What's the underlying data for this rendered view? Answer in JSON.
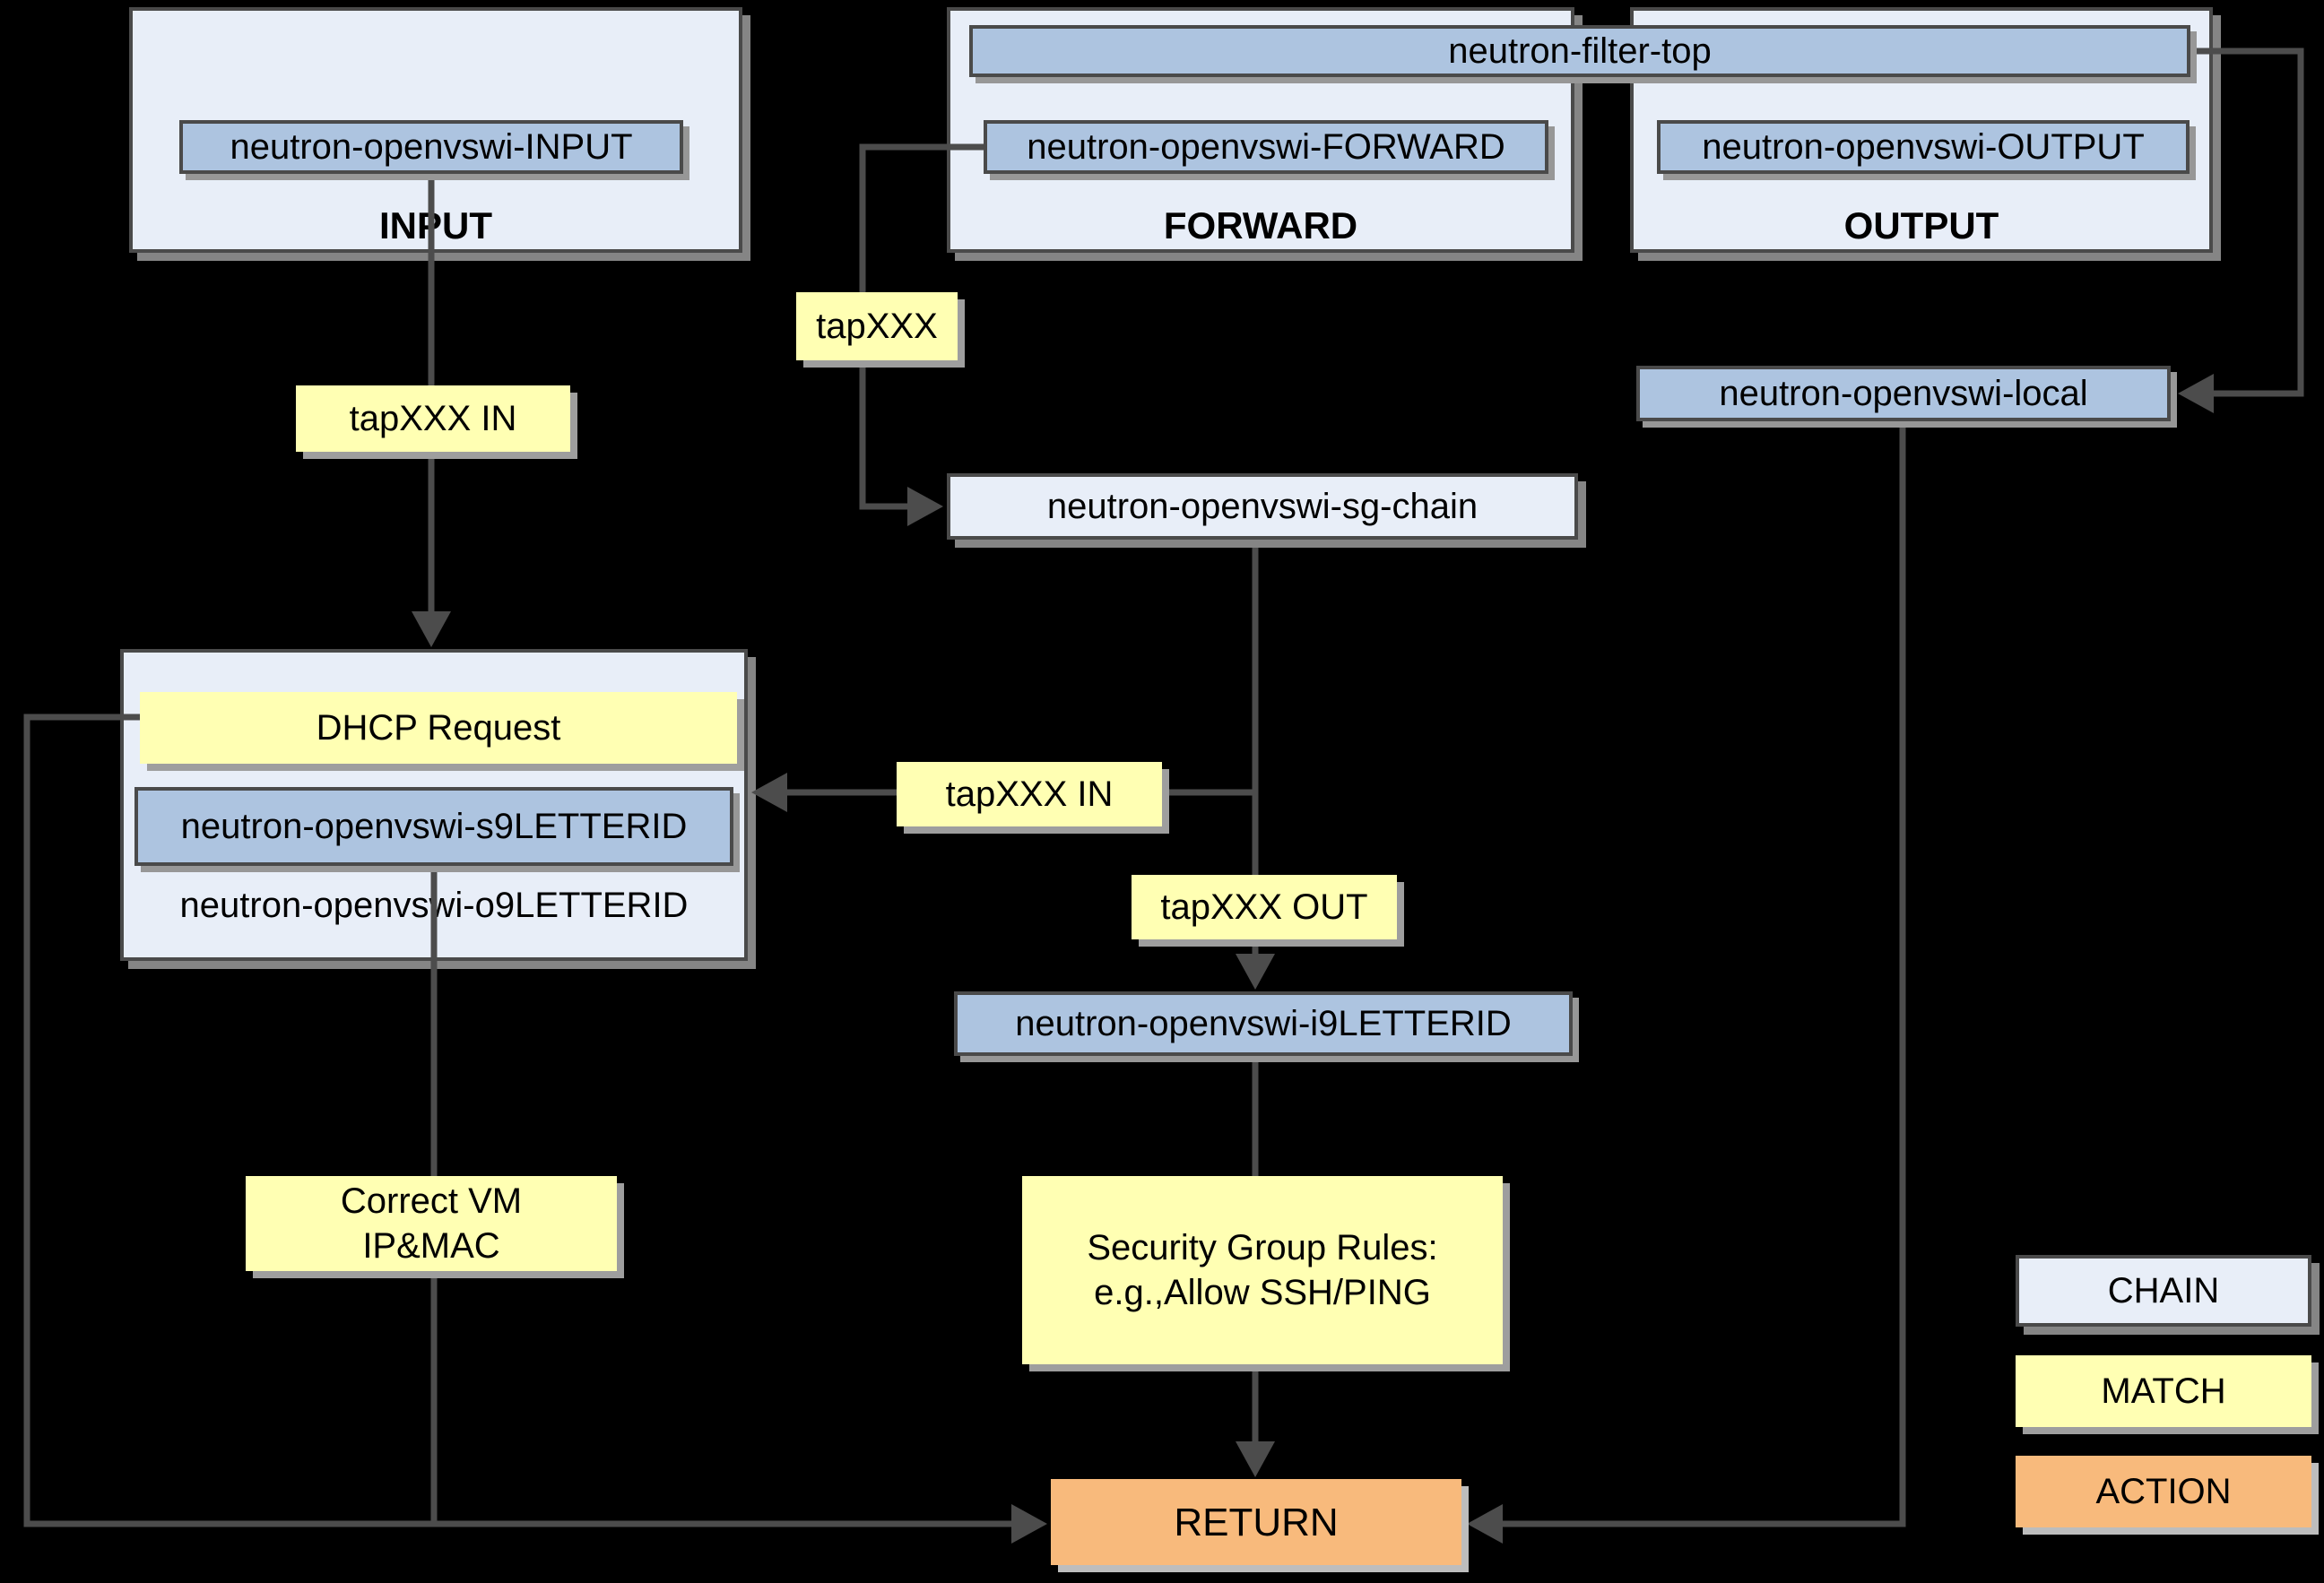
{
  "colors": {
    "background": "#000000",
    "chain_outer_fill": "#e8eef8",
    "chain_inner_fill": "#adc4e0",
    "match_fill": "#ffffb3",
    "action_fill": "#f8ba7c",
    "line": "#4c4c4c"
  },
  "builtin_chains": {
    "input": {
      "label": "INPUT",
      "chain": "neutron-openvswi-INPUT"
    },
    "forward": {
      "label": "FORWARD",
      "chain": "neutron-openvswi-FORWARD"
    },
    "output": {
      "label": "OUTPUT",
      "chain": "neutron-openvswi-OUTPUT"
    },
    "filter_top": "neutron-filter-top"
  },
  "chains": {
    "local": "neutron-openvswi-local",
    "sg_chain": "neutron-openvswi-sg-chain",
    "s9": "neutron-openvswi-s9LETTERID",
    "o9": "neutron-openvswi-o9LETTERID",
    "i9": "neutron-openvswi-i9LETTERID"
  },
  "matches": {
    "tapxxx": "tapXXX",
    "tapxxx_in_left": "tapXXX IN",
    "tapxxx_in_mid": "tapXXX IN",
    "tapxxx_out": "tapXXX OUT",
    "dhcp_request": "DHCP Request",
    "correct_vm_line1": "Correct VM",
    "correct_vm_line2": "IP&MAC",
    "sgr_line1": "Security Group Rules:",
    "sgr_line2": "e.g.,Allow SSH/PING"
  },
  "actions": {
    "return": "RETURN"
  },
  "legend": {
    "chain": "CHAIN",
    "match": "MATCH",
    "action": "ACTION"
  }
}
